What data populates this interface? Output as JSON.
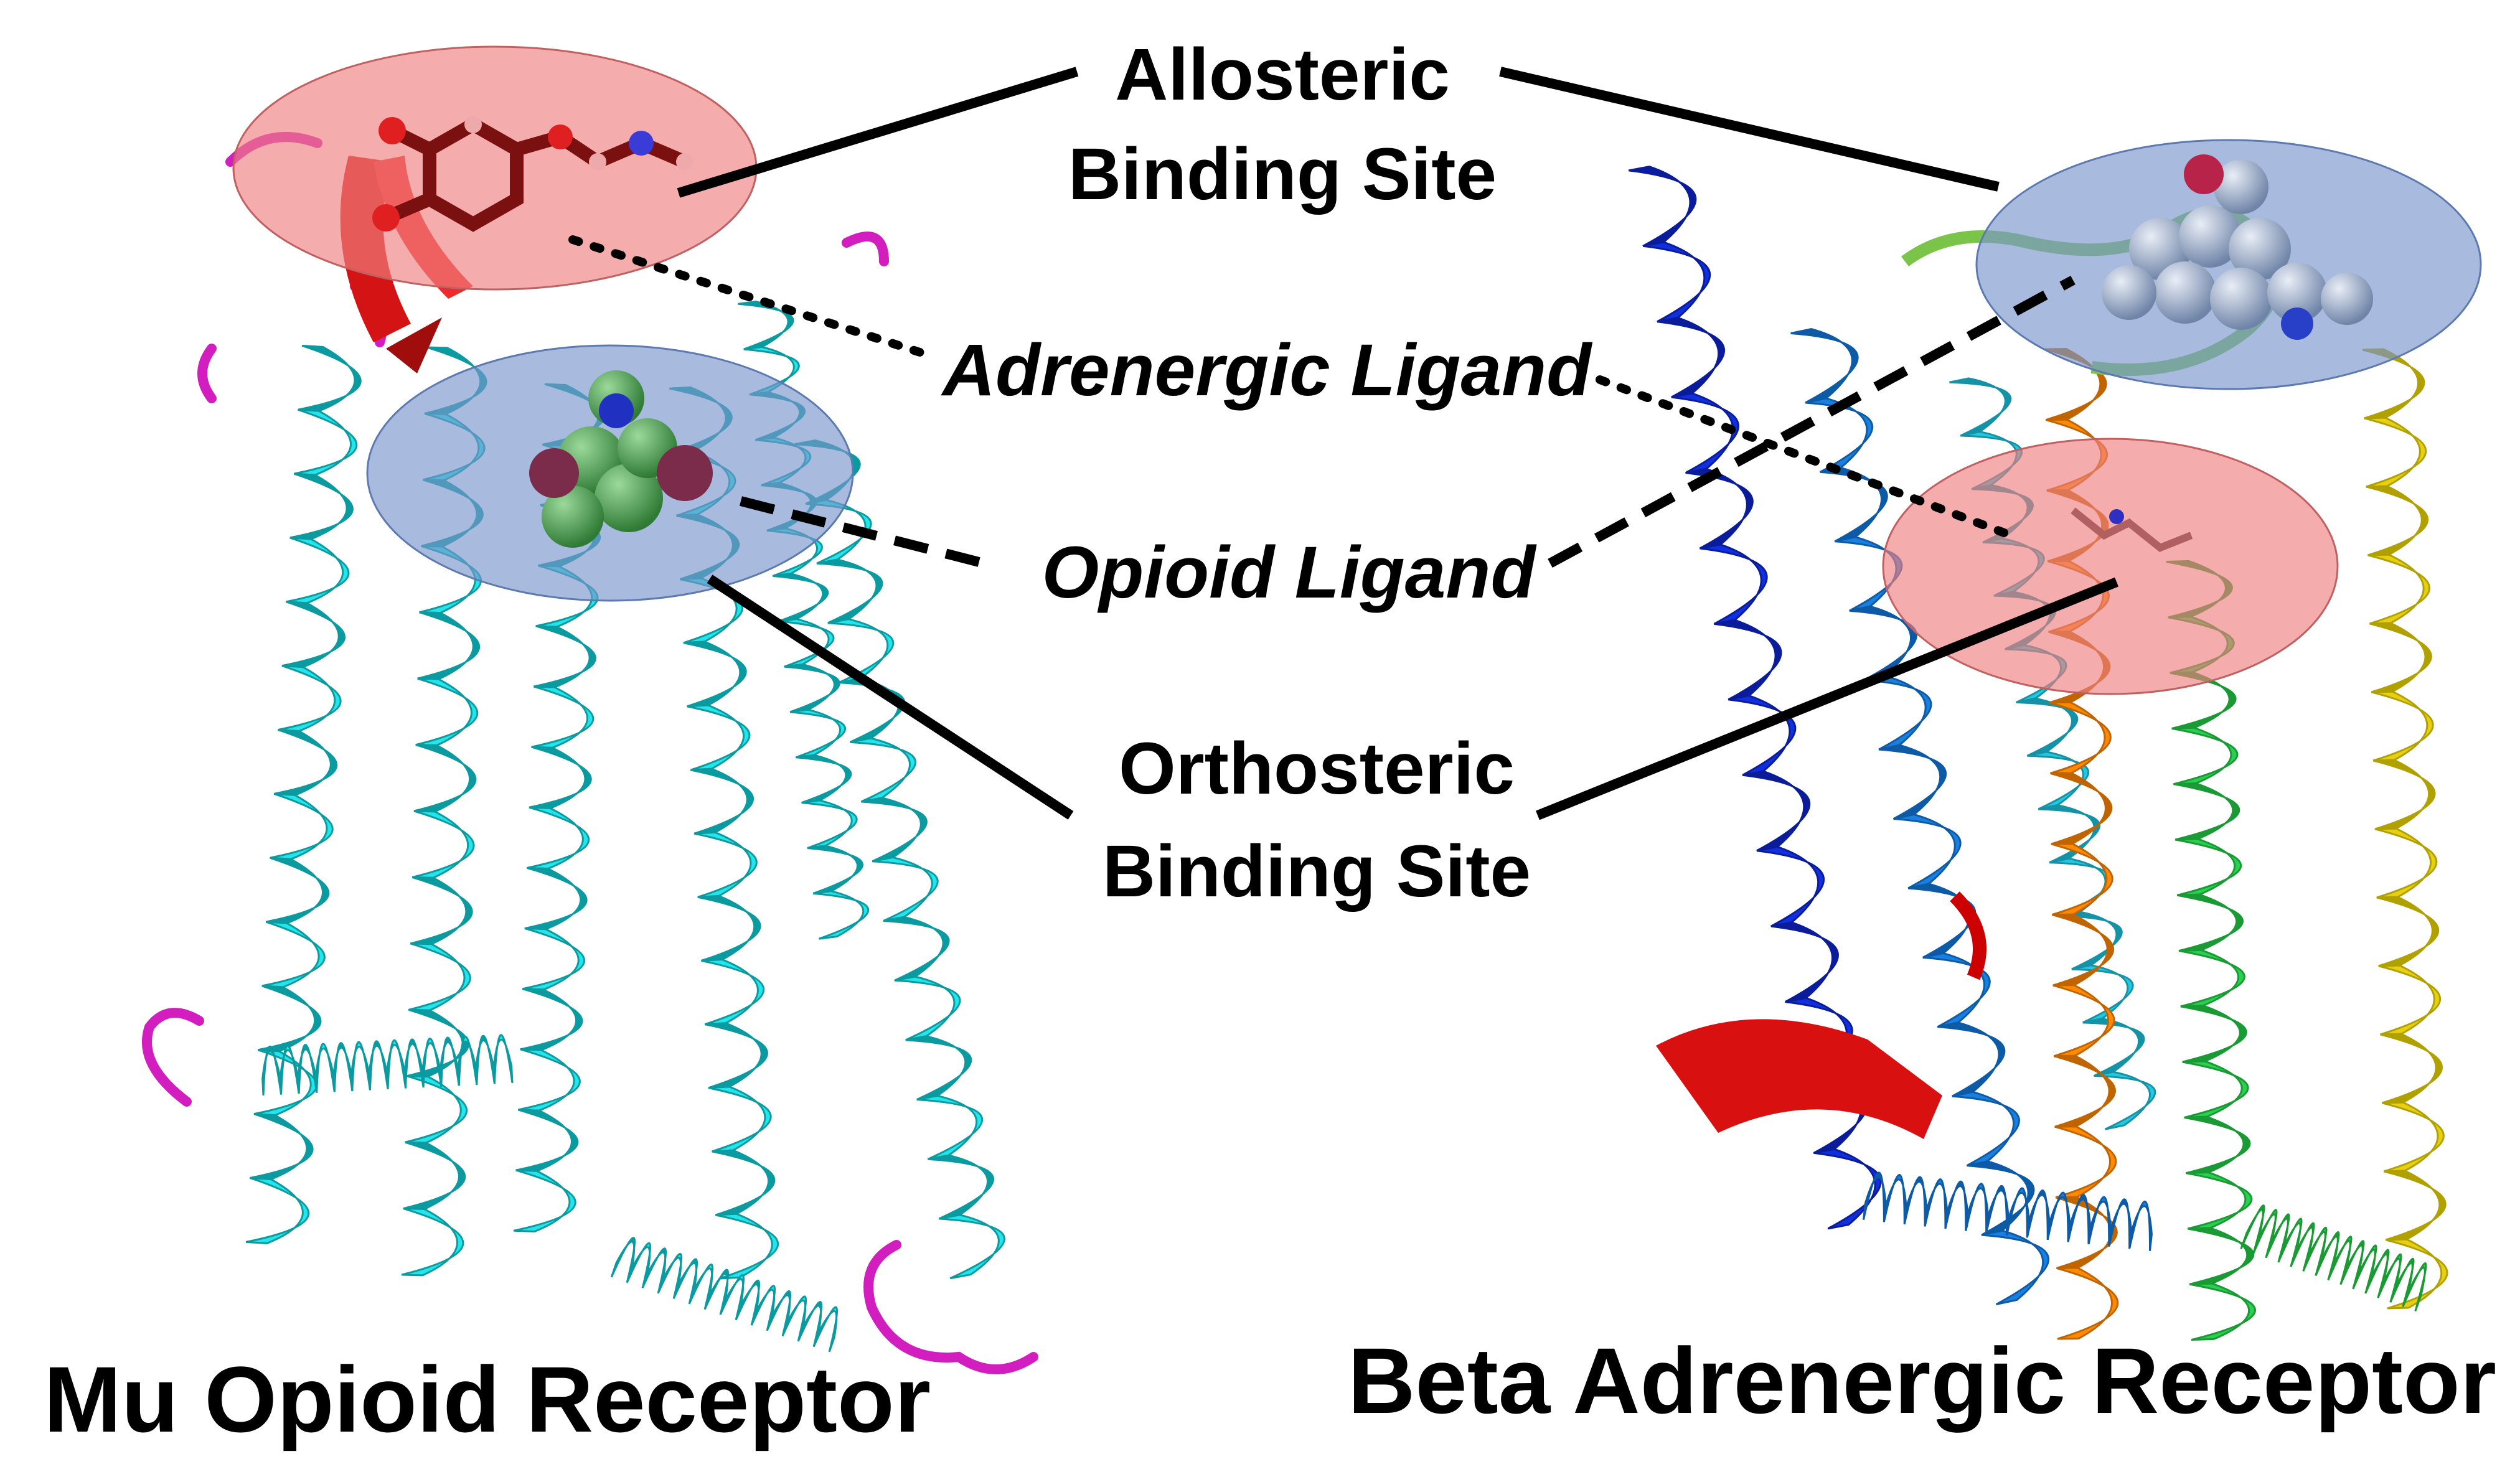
{
  "labels": {
    "allosteric_line1": "Allosteric",
    "allosteric_line2": "Binding Site",
    "adrenergic_ligand": "Adrenergic Ligand",
    "opioid_ligand": "Opioid Ligand",
    "orthosteric_line1": "Orthosteric",
    "orthosteric_line2": "Binding Site"
  },
  "captions": {
    "left": "Mu Opioid Receptor",
    "right": "Beta Adrenergic Receptor"
  },
  "colors": {
    "allosteric_site_left": "#f08080",
    "orthosteric_site_left": "#7a96cc",
    "allosteric_site_right": "#7a96cc",
    "orthosteric_site_right": "#f08080",
    "mu_helix": "#22e6ec",
    "mu_loop": "#d21dbf",
    "mu_strand": "#e01010",
    "beta_helices": [
      "#1030e0",
      "#1a80e0",
      "#24c8e0",
      "#2ad050",
      "#ff8a00",
      "#e8d010",
      "#e01010"
    ]
  }
}
